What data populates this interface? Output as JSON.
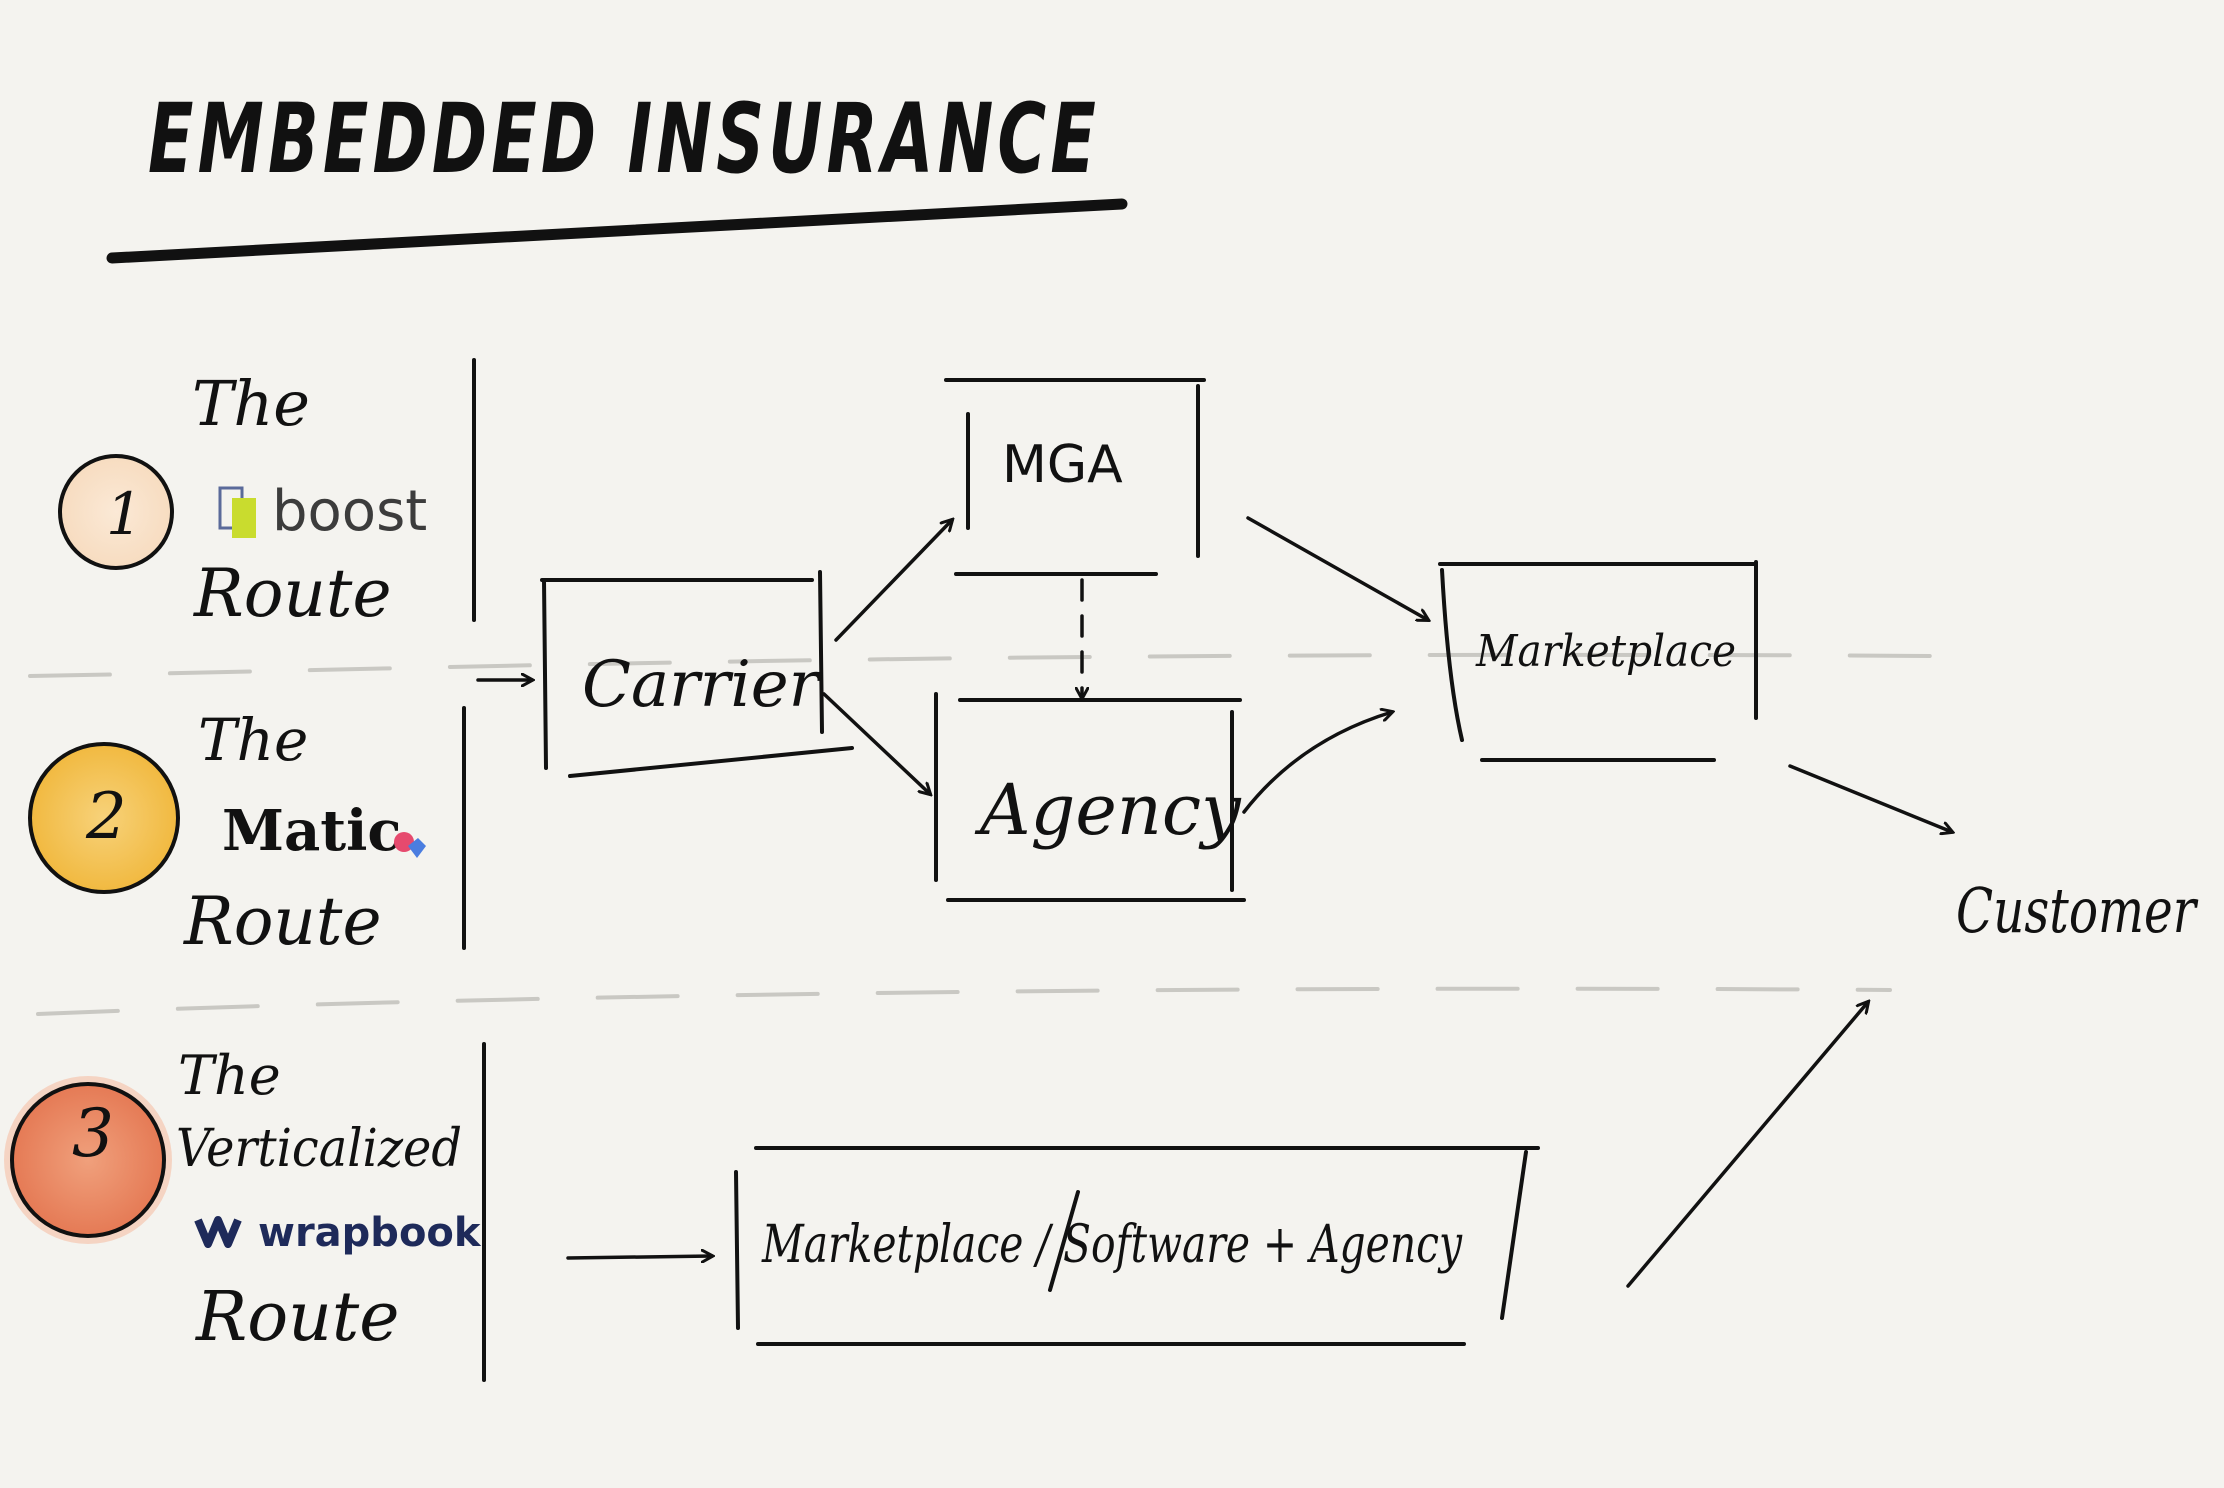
{
  "title": "EMBEDDED INSURANCE",
  "routes": [
    {
      "number": "1",
      "prefix": "The",
      "logo_text": "boost",
      "suffix": "Route",
      "circle_color": "#fbe9d6"
    },
    {
      "number": "2",
      "prefix": "The",
      "logo_text": "Matic",
      "suffix": "Route",
      "circle_color": "#f5c860"
    },
    {
      "number": "3",
      "prefix": "The",
      "qualifier": "Verticalized",
      "logo_text": "wrapbook",
      "suffix": "Route",
      "circle_color": "#ec8f6a"
    }
  ],
  "nodes": {
    "carrier": "Carrier",
    "mga": "MGA",
    "agency": "Agency",
    "marketplace": "Marketplace",
    "vertical": "Marketplace / Software + Agency",
    "customer": "Customer"
  },
  "colors": {
    "background": "#f4f3ef",
    "ink": "#111111",
    "divider": "#c9c8c3",
    "boost_green": "#c9dc2e",
    "matic_pink": "#e64a6e",
    "matic_blue": "#4a7de0",
    "wrapbook_navy": "#1e2a5a"
  }
}
